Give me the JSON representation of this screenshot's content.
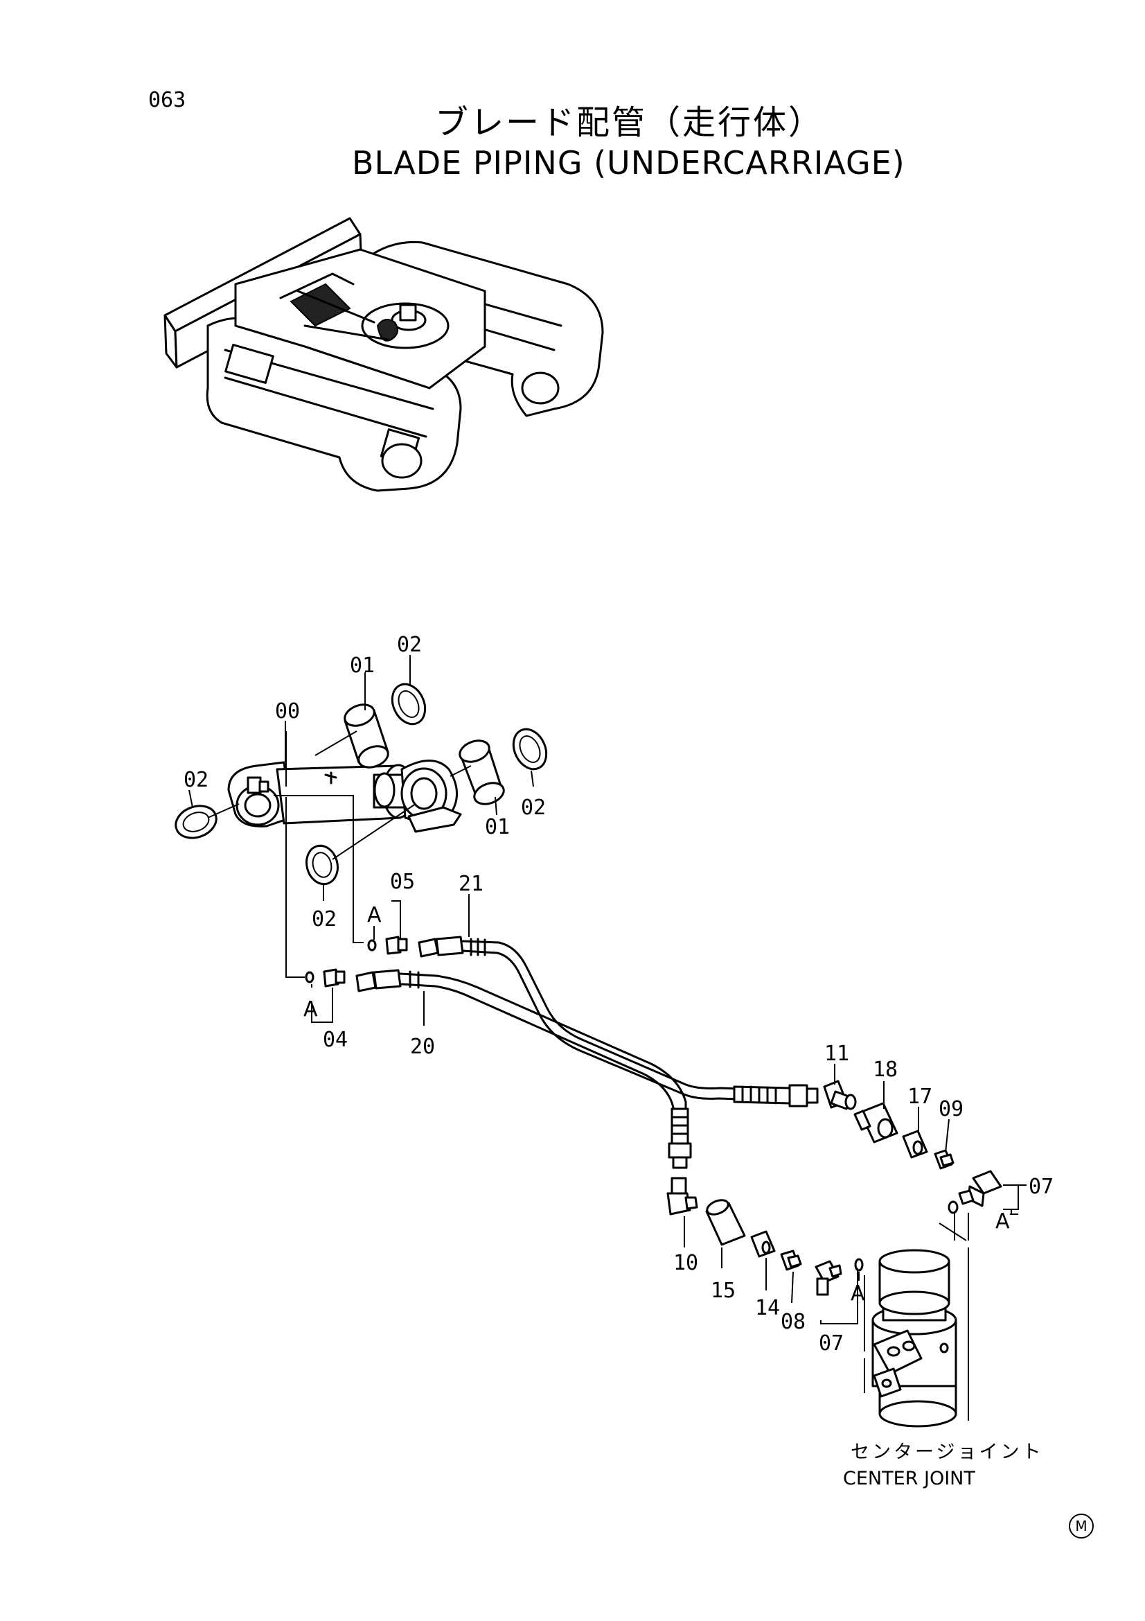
{
  "page_number": "063",
  "title_jp": "ブレード配管（走行体）",
  "title_en": "BLADE PIPING (UNDERCARRIAGE)",
  "center_joint_jp": "センタージョイント",
  "center_joint_en": "CENTER JOINT",
  "corner_mark": "M",
  "part_labels": {
    "p00": "00",
    "p01a": "01",
    "p01b": "01",
    "p02a": "02",
    "p02b": "02",
    "p02c": "02",
    "p02d": "02",
    "p04": "04",
    "p05": "05",
    "p07a": "07",
    "p07b": "07",
    "p08": "08",
    "p09": "09",
    "p10": "10",
    "p11": "11",
    "p14": "14",
    "p15": "15",
    "p17": "17",
    "p18": "18",
    "p20": "20",
    "p21": "21"
  },
  "detail_labels": {
    "a1": "A",
    "a2": "A",
    "a3": "A",
    "a4": "A"
  }
}
